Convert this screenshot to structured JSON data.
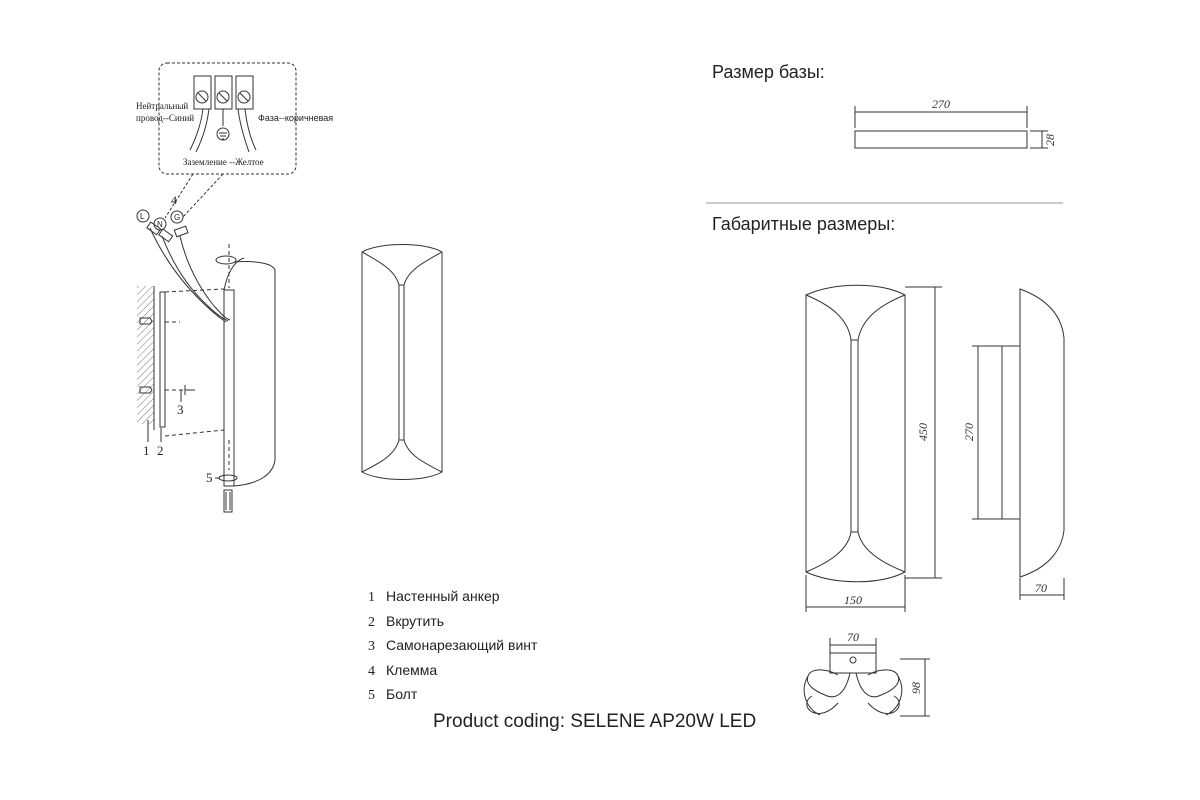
{
  "wiring": {
    "neutral_label_line1": "Нейтральный",
    "neutral_label_line2": "провод--Синий",
    "phase_label": "Фаза--коричневая",
    "ground_label": "Заземление --Желтое",
    "terminal_L": "L",
    "terminal_N": "N",
    "terminal_G": "G"
  },
  "callouts": {
    "c1": "1",
    "c2": "2",
    "c3": "3",
    "c4": "4",
    "c5": "5"
  },
  "base_size": {
    "title": "Размер базы:",
    "width": "270",
    "height": "28"
  },
  "overall": {
    "title": "Габаритные размеры:",
    "height": "450",
    "width": "150",
    "base_length": "270",
    "depth": "70"
  },
  "top_view": {
    "width": "70",
    "depth": "98"
  },
  "legend": [
    {
      "num": "1",
      "text": "Настенный анкер"
    },
    {
      "num": "2",
      "text": "Вкрутить"
    },
    {
      "num": "3",
      "text": "Самонарезающий винт"
    },
    {
      "num": "4",
      "text": "Клемма"
    },
    {
      "num": "5",
      "text": "Болт"
    }
  ],
  "product_coding": "Product coding: SELENE AP20W LED"
}
